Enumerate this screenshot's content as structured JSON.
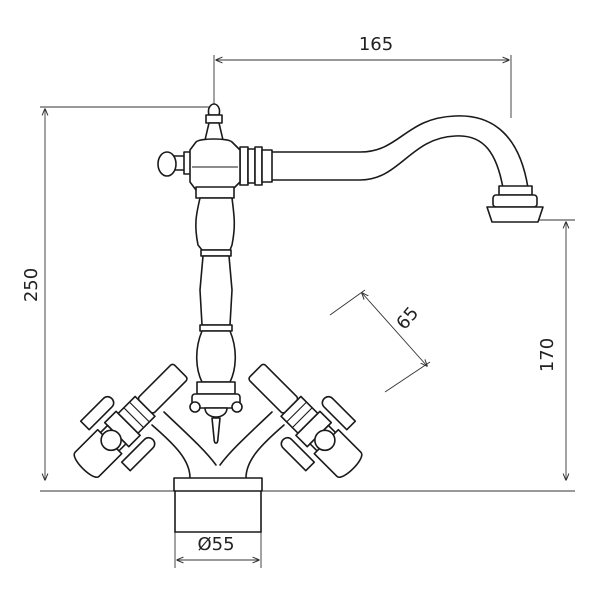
{
  "drawing": {
    "dimensions": {
      "spout_reach": "165",
      "total_height": "250",
      "spout_height": "170",
      "handle_angle_length": "65",
      "base_diameter": "Ø55"
    },
    "line_color": "#1a1a1a",
    "background": "#ffffff"
  }
}
